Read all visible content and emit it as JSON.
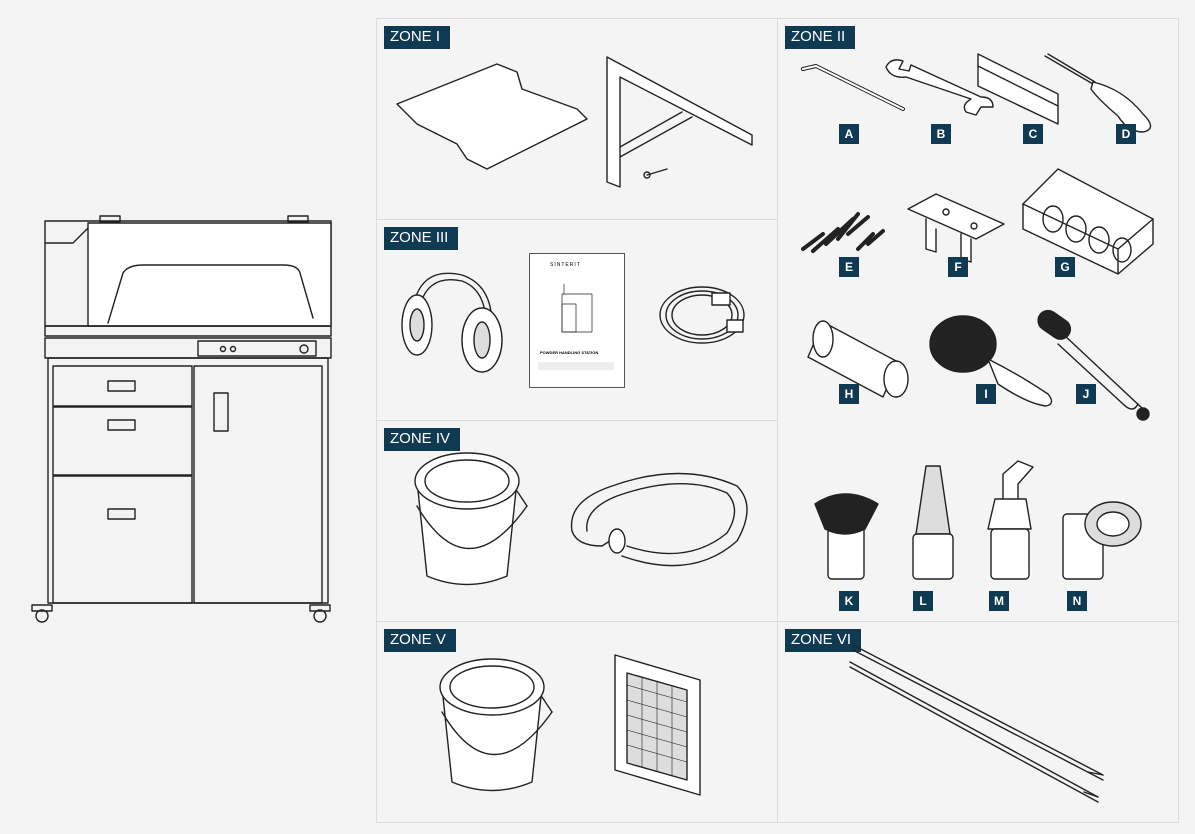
{
  "zones": [
    {
      "id": "zone-1",
      "label": "ZONE I"
    },
    {
      "id": "zone-2",
      "label": "ZONE II"
    },
    {
      "id": "zone-3",
      "label": "ZONE III"
    },
    {
      "id": "zone-4",
      "label": "ZONE IV"
    },
    {
      "id": "zone-5",
      "label": "ZONE V"
    },
    {
      "id": "zone-6",
      "label": "ZONE VI"
    }
  ],
  "items": [
    "A",
    "B",
    "C",
    "D",
    "E",
    "F",
    "G",
    "H",
    "I",
    "J",
    "K",
    "L",
    "M",
    "N"
  ],
  "manual": {
    "brand": "SINTERIT",
    "title": "POWDER HANDLING STATION"
  },
  "colors": {
    "label_bg": "#0f3a52",
    "panel_bg": "#f4f4f4",
    "border": "#dcdcdc"
  }
}
